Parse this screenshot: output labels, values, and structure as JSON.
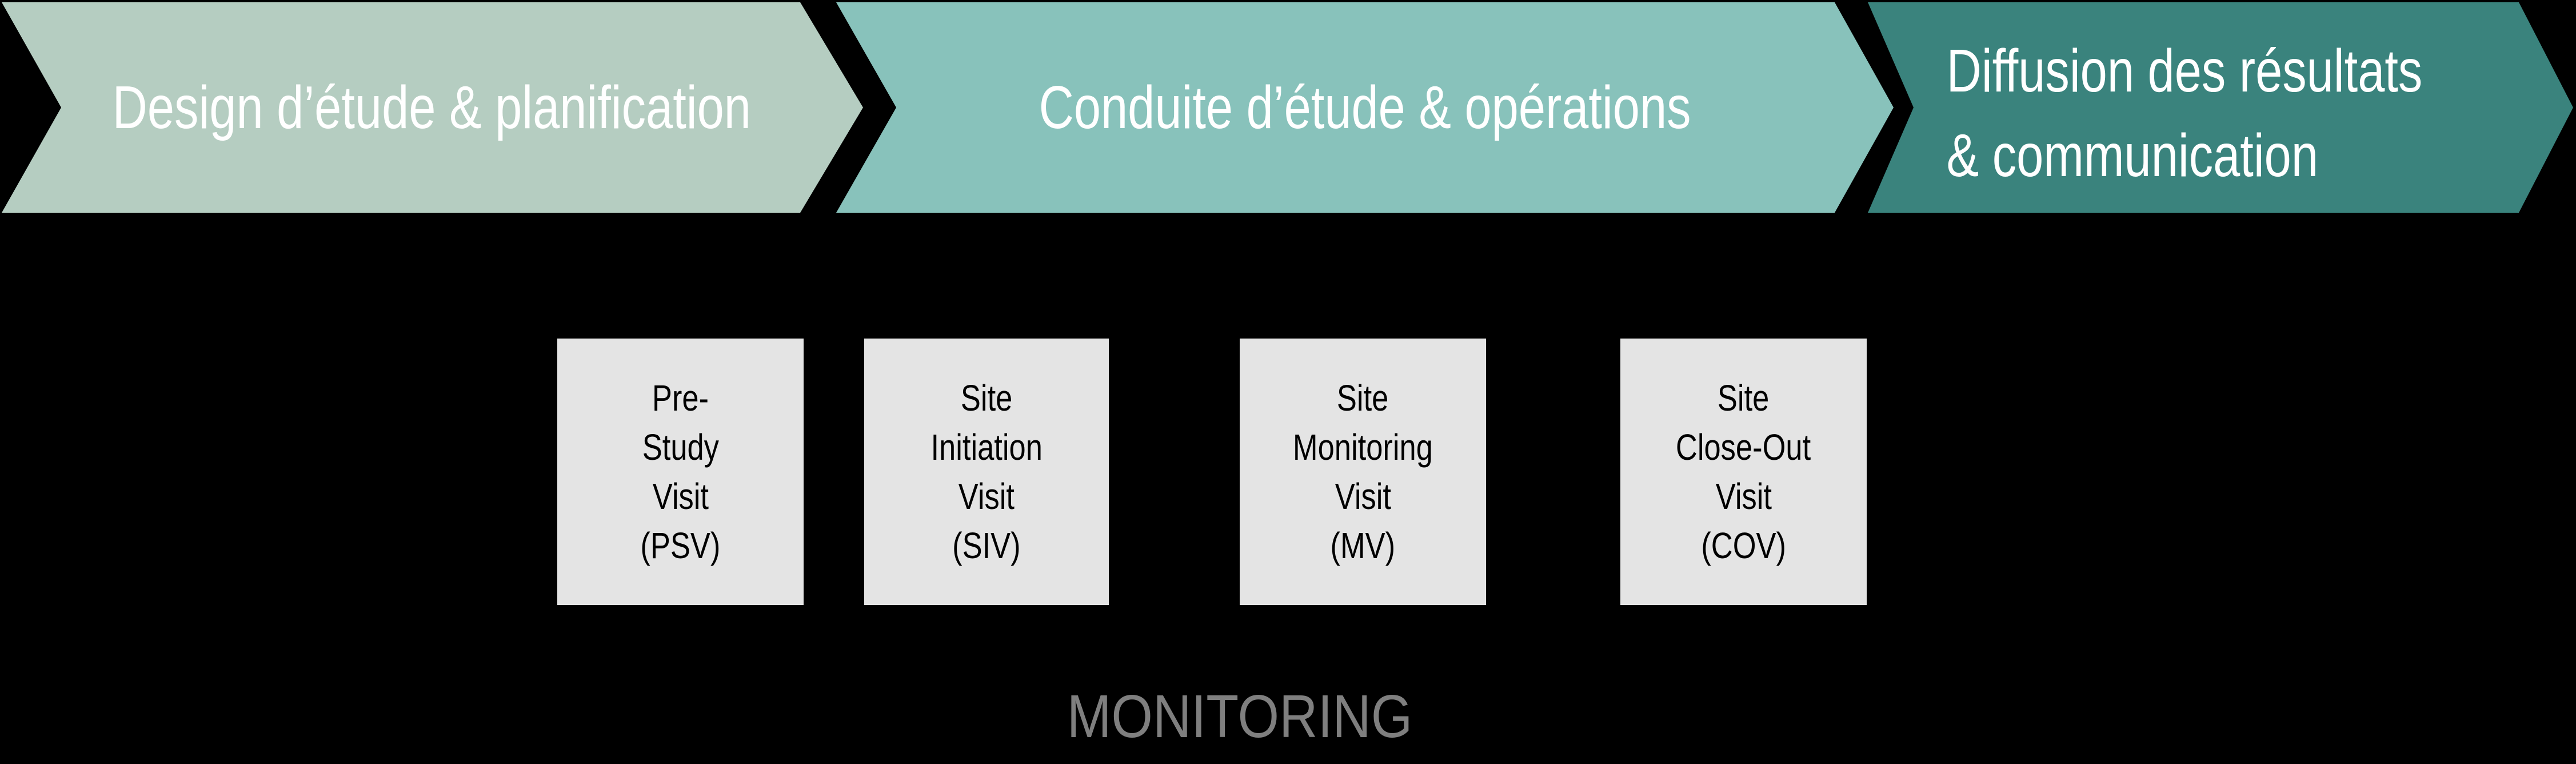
{
  "background": "#000000",
  "stages": [
    {
      "id": "design",
      "label": "Design d’étude & planification",
      "color": "#B5CDC1",
      "text_color": "#FFFFFF"
    },
    {
      "id": "conduite",
      "label": "Conduite d’étude & opérations",
      "color": "#88C2BB",
      "text_color": "#FFFFFF"
    },
    {
      "id": "diffusion",
      "label": "Diffusion des résultats & communication",
      "lines": [
        "Diffusion des résultats",
        "& communication"
      ],
      "color": "#3A837D",
      "text_color": "#FFFFFF"
    }
  ],
  "visit_boxes": {
    "color": "#E4E4E4",
    "text_color": "#000000",
    "items": [
      {
        "id": "psv",
        "lines": [
          "Pre-",
          "Study",
          "Visit",
          "(PSV)"
        ]
      },
      {
        "id": "siv",
        "lines": [
          "Site",
          "Initiation",
          "Visit",
          "(SIV)"
        ]
      },
      {
        "id": "mv",
        "lines": [
          "Site",
          "Monitoring",
          "Visit",
          "(MV)"
        ]
      },
      {
        "id": "cov",
        "lines": [
          "Site",
          "Close-Out",
          "Visit",
          "(COV)"
        ]
      }
    ]
  },
  "footer": {
    "label": "MONITORING",
    "color": "#7F7F7F"
  }
}
